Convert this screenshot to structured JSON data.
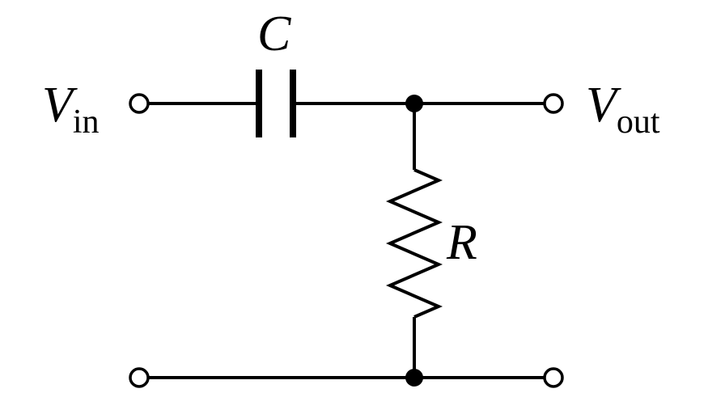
{
  "labels": {
    "input": {
      "symbol": "V",
      "subscript": "in"
    },
    "output": {
      "symbol": "V",
      "subscript": "out"
    },
    "capacitor": "C",
    "resistor": "R"
  },
  "components": [
    "capacitor",
    "resistor"
  ],
  "terminals": [
    "input-top",
    "input-bottom",
    "output-top",
    "output-bottom"
  ],
  "junctions": [
    "top-node",
    "bottom-node"
  ],
  "colors": {
    "line": "#000000",
    "background": "#ffffff"
  }
}
